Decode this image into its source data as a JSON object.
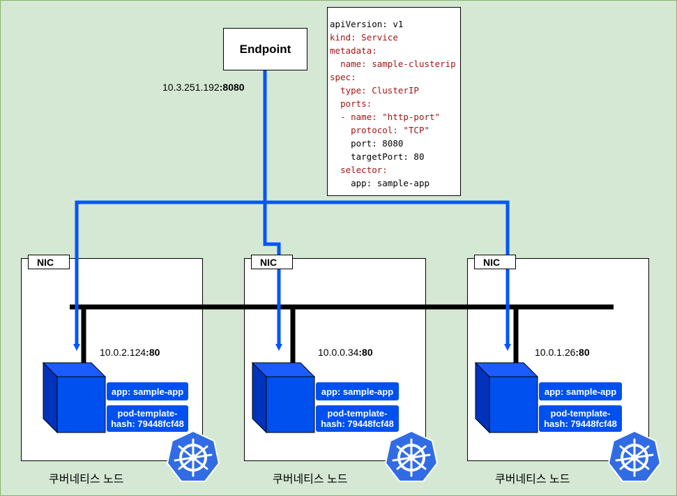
{
  "endpoint": {
    "label": "Endpoint",
    "address": "10.3.251.192",
    "port": ":8080"
  },
  "yaml": [
    {
      "key": "apiVersion:",
      "value": " v1",
      "indent": "",
      "keycolor": "#000000"
    },
    {
      "key": "kind:",
      "value": " Service",
      "indent": "",
      "keycolor": "#a31515"
    },
    {
      "key": "metadata:",
      "value": "",
      "indent": "",
      "keycolor": "#a31515"
    },
    {
      "key": "name:",
      "value": " sample-clusterip",
      "indent": "  ",
      "keycolor": "#a31515"
    },
    {
      "key": "spec:",
      "value": "",
      "indent": "",
      "keycolor": "#a31515"
    },
    {
      "key": "type:",
      "value": " ClusterIP",
      "indent": "  ",
      "keycolor": "#a31515"
    },
    {
      "key": "ports:",
      "value": "",
      "indent": "  ",
      "keycolor": "#a31515"
    },
    {
      "key": "- name:",
      "value": " \"http-port\"",
      "indent": "  ",
      "keycolor": "#a31515"
    },
    {
      "key": "protocol:",
      "value": " \"TCP\"",
      "indent": "    ",
      "keycolor": "#a31515"
    },
    {
      "key": "port:",
      "value": " 8080",
      "indent": "    ",
      "keycolor": "#000000"
    },
    {
      "key": "targetPort:",
      "value": " 80",
      "indent": "    ",
      "keycolor": "#000000"
    },
    {
      "key": "selector:",
      "value": "",
      "indent": "  ",
      "keycolor": "#a31515"
    },
    {
      "key": "app:",
      "value": " sample-app",
      "indent": "    ",
      "keycolor": "#000000"
    }
  ],
  "nodes": [
    {
      "nic": "NIC",
      "ip": "10.0.2.124",
      "port": ":80",
      "app_label": "app: sample-app",
      "hash_label_1": "pod-template-",
      "hash_label_2": "hash: 79448fcf48",
      "caption": "쿠버네티스 노드"
    },
    {
      "nic": "NIC",
      "ip": "10.0.0.34",
      "port": ":80",
      "app_label": "app: sample-app",
      "hash_label_1": "pod-template-",
      "hash_label_2": "hash: 79448fcf48",
      "caption": "쿠버네티스 노드"
    },
    {
      "nic": "NIC",
      "ip": "10.0.1.26",
      "port": ":80",
      "app_label": "app: sample-app",
      "hash_label_1": "pod-template-",
      "hash_label_2": "hash: 79448fcf48",
      "caption": "쿠버네티스 노드"
    }
  ],
  "colors": {
    "background": "#d5e8d4",
    "border": "#82b366",
    "pod": "#0050ef",
    "route": "#0055ff",
    "k8s": "#326ce5"
  },
  "icons": {
    "pod": "cube-icon",
    "k8s": "kubernetes-helm-icon"
  }
}
